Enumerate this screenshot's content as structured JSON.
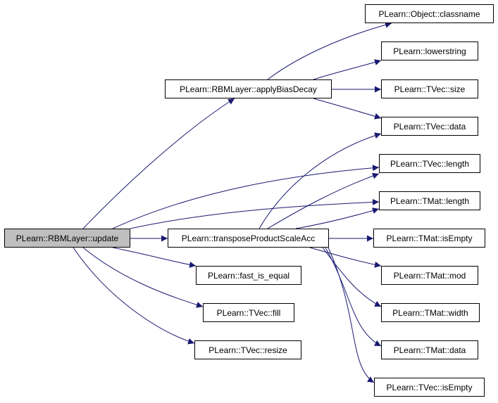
{
  "nodes": {
    "update": "PLearn::RBMLayer::update",
    "applyBiasDecay": "PLearn::RBMLayer::applyBiasDecay",
    "transposeProductScaleAcc": "PLearn::transposeProductScaleAcc",
    "fast_is_equal": "PLearn::fast_is_equal",
    "tvec_fill": "PLearn::TVec::fill",
    "tvec_resize": "PLearn::TVec::resize",
    "object_classname": "PLearn::Object::classname",
    "lowerstring": "PLearn::lowerstring",
    "tvec_size": "PLearn::TVec::size",
    "tvec_data": "PLearn::TVec::data",
    "tvec_length": "PLearn::TVec::length",
    "tmat_length": "PLearn::TMat::length",
    "tmat_isEmpty": "PLearn::TMat::isEmpty",
    "tmat_mod": "PLearn::TMat::mod",
    "tmat_width": "PLearn::TMat::width",
    "tmat_data": "PLearn::TMat::data",
    "tvec_isEmpty": "PLearn::TVec::isEmpty"
  },
  "edges": [
    [
      "update",
      "applyBiasDecay"
    ],
    [
      "update",
      "transposeProductScaleAcc"
    ],
    [
      "update",
      "fast_is_equal"
    ],
    [
      "update",
      "tvec_fill"
    ],
    [
      "update",
      "tvec_resize"
    ],
    [
      "update",
      "tvec_length"
    ],
    [
      "update",
      "tmat_length"
    ],
    [
      "applyBiasDecay",
      "object_classname"
    ],
    [
      "applyBiasDecay",
      "lowerstring"
    ],
    [
      "applyBiasDecay",
      "tvec_size"
    ],
    [
      "applyBiasDecay",
      "tvec_data"
    ],
    [
      "transposeProductScaleAcc",
      "tvec_data"
    ],
    [
      "transposeProductScaleAcc",
      "tvec_length"
    ],
    [
      "transposeProductScaleAcc",
      "tmat_length"
    ],
    [
      "transposeProductScaleAcc",
      "tmat_isEmpty"
    ],
    [
      "transposeProductScaleAcc",
      "tmat_mod"
    ],
    [
      "transposeProductScaleAcc",
      "tmat_width"
    ],
    [
      "transposeProductScaleAcc",
      "tmat_data"
    ],
    [
      "transposeProductScaleAcc",
      "tvec_isEmpty"
    ]
  ],
  "colors": {
    "edge": "#191970",
    "root_fill": "#bfbfbf",
    "node_fill": "#ffffff",
    "border": "#000000"
  }
}
